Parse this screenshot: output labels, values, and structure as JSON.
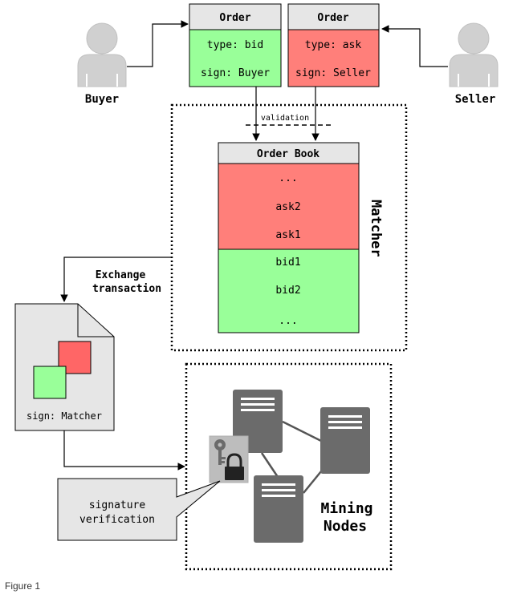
{
  "actors": {
    "buyer": "Buyer",
    "seller": "Seller"
  },
  "buy_order": {
    "header": "Order",
    "type": "type: bid",
    "sign": "sign: Buyer",
    "color": "#99ff99"
  },
  "sell_order": {
    "header": "Order",
    "type": "type: ask",
    "sign": "sign: Seller",
    "color": "#ff7f7a"
  },
  "validation_label": "validation",
  "matcher_label": "Matcher",
  "order_book": {
    "header": "Order Book",
    "asks": [
      "...",
      "ask2",
      "ask1"
    ],
    "bids": [
      "bid1",
      "bid2",
      "..."
    ]
  },
  "exchange_label": {
    "line1": "Exchange",
    "line2": "transaction"
  },
  "transaction_doc": {
    "sign": "sign: Matcher"
  },
  "signature_callout": {
    "line1": "signature",
    "line2": "verification"
  },
  "mining_label": {
    "line1": "Mining",
    "line2": "Nodes"
  },
  "caption": "Figure 1",
  "icons": [
    "user-icon",
    "server-icon",
    "key-lock-icon",
    "document-icon"
  ]
}
